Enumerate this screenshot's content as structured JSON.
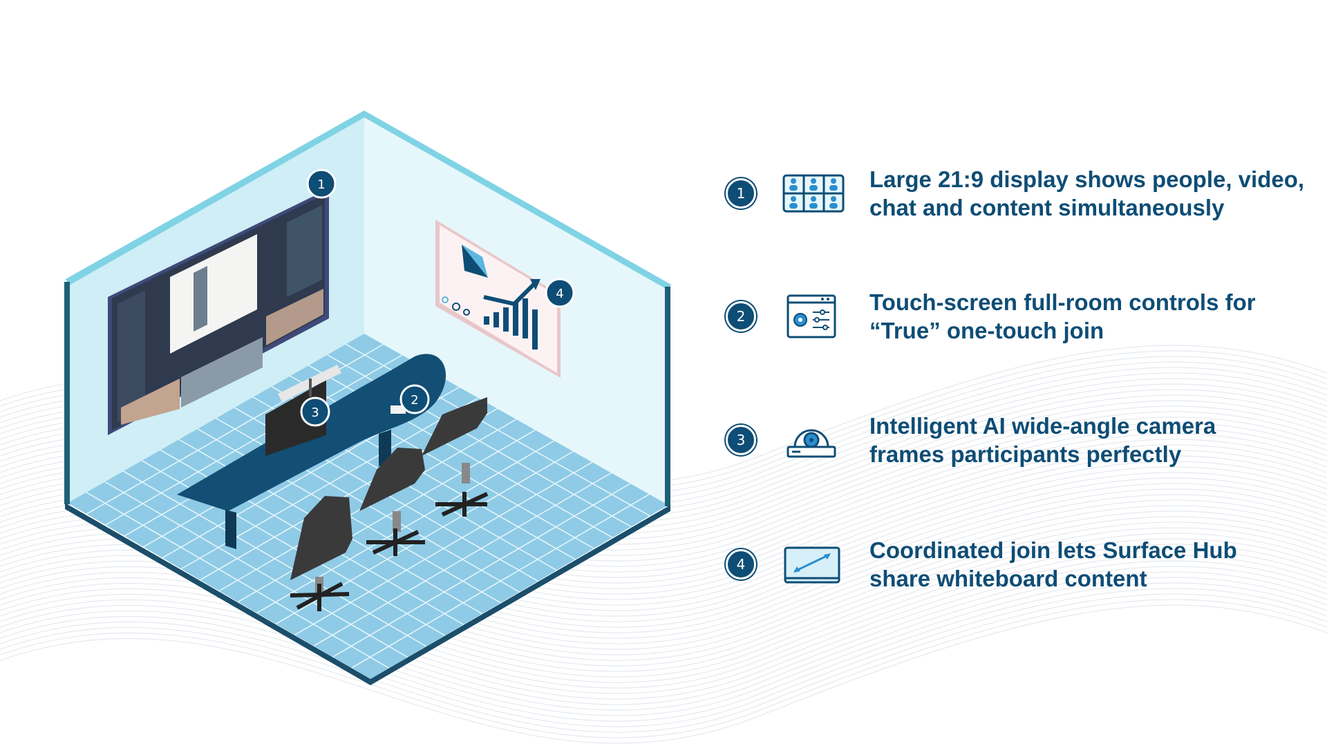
{
  "colors": {
    "navy": "#0e4d75",
    "wall": "#e4f6fa",
    "wall_edge": "#7fd3e4",
    "floor": "#8fcbe6",
    "floor_lines": "#e9f7fc",
    "chair": "#3a3a3a"
  },
  "room_callouts": [
    "1",
    "2",
    "3",
    "4"
  ],
  "features": [
    {
      "number": "1",
      "icon": "video-grid-display-icon",
      "line1": "Large 21:9 display shows people, video,",
      "line2": "chat and content simultaneously"
    },
    {
      "number": "2",
      "icon": "touch-control-settings-icon",
      "line1": "Touch-screen full-room controls for",
      "line2": "“True” one-touch join"
    },
    {
      "number": "3",
      "icon": "ai-camera-icon",
      "line1": "Intelligent AI wide-angle camera",
      "line2": "frames participants perfectly"
    },
    {
      "number": "4",
      "icon": "whiteboard-share-icon",
      "line1": "Coordinated join lets Surface Hub",
      "line2": "share whiteboard content"
    }
  ]
}
